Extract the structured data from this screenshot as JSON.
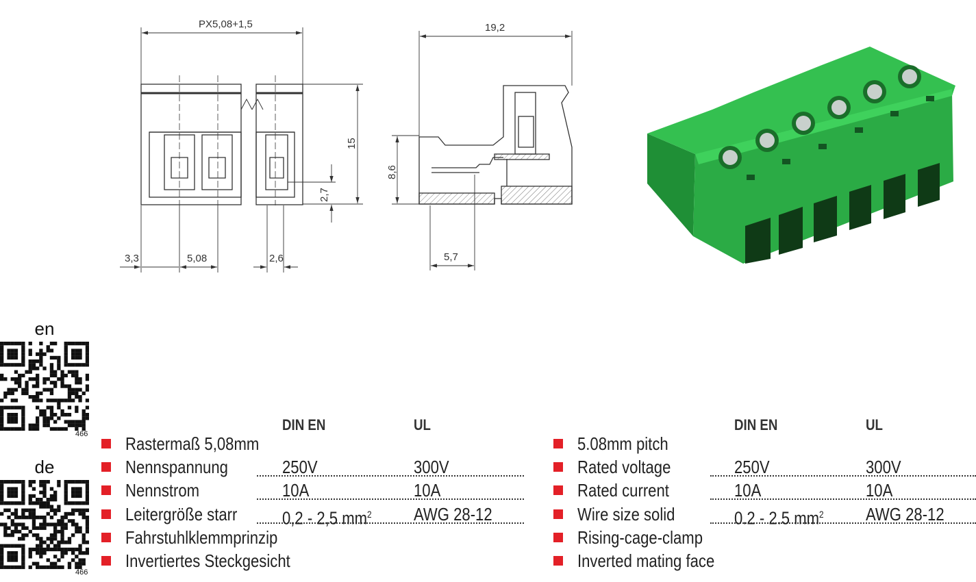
{
  "drawing": {
    "front_view": {
      "width_dim": "PX5,08+1,5",
      "height_dim": "15",
      "offset_dim": "2,7",
      "left_dim": "3,3",
      "pitch_dim": "5,08",
      "right_dim": "2,6"
    },
    "side_view": {
      "depth_dim": "19,2",
      "height_dim": "8,6",
      "pin_dim": "5,7"
    }
  },
  "product_image": {
    "color": "#2db34a",
    "poles": 6
  },
  "qr_codes": [
    {
      "language": "en",
      "code": "466"
    },
    {
      "language": "de",
      "code": "466"
    }
  ],
  "bullet_color": "#e32027",
  "specs_de": {
    "headers": {
      "col1": "DIN EN",
      "col2": "UL"
    },
    "rows": [
      {
        "label": "Rastermaß 5,08mm",
        "din": "",
        "ul": ""
      },
      {
        "label": "Nennspannung",
        "din": "250V",
        "ul": "300V"
      },
      {
        "label": "Nennstrom",
        "din": "10A",
        "ul": "10A"
      },
      {
        "label": "Leitergröße starr",
        "din": "0,2 - 2,5 mm",
        "din_sup": "2",
        "ul": "AWG 28-12"
      },
      {
        "label": "Fahrstuhlklemmprinzip",
        "din": "",
        "ul": ""
      },
      {
        "label": "Invertiertes Steckgesicht",
        "din": "",
        "ul": ""
      }
    ]
  },
  "specs_en": {
    "headers": {
      "col1": "DIN EN",
      "col2": "UL"
    },
    "rows": [
      {
        "label": "5.08mm pitch",
        "din": "",
        "ul": ""
      },
      {
        "label": "Rated voltage",
        "din": "250V",
        "ul": "300V"
      },
      {
        "label": "Rated current",
        "din": "10A",
        "ul": "10A"
      },
      {
        "label": "Wire size solid",
        "din": "0.2 - 2.5 mm",
        "din_sup": "2",
        "ul": "AWG 28-12"
      },
      {
        "label": "Rising-cage-clamp",
        "din": "",
        "ul": ""
      },
      {
        "label": "Inverted mating face",
        "din": "",
        "ul": ""
      }
    ]
  }
}
